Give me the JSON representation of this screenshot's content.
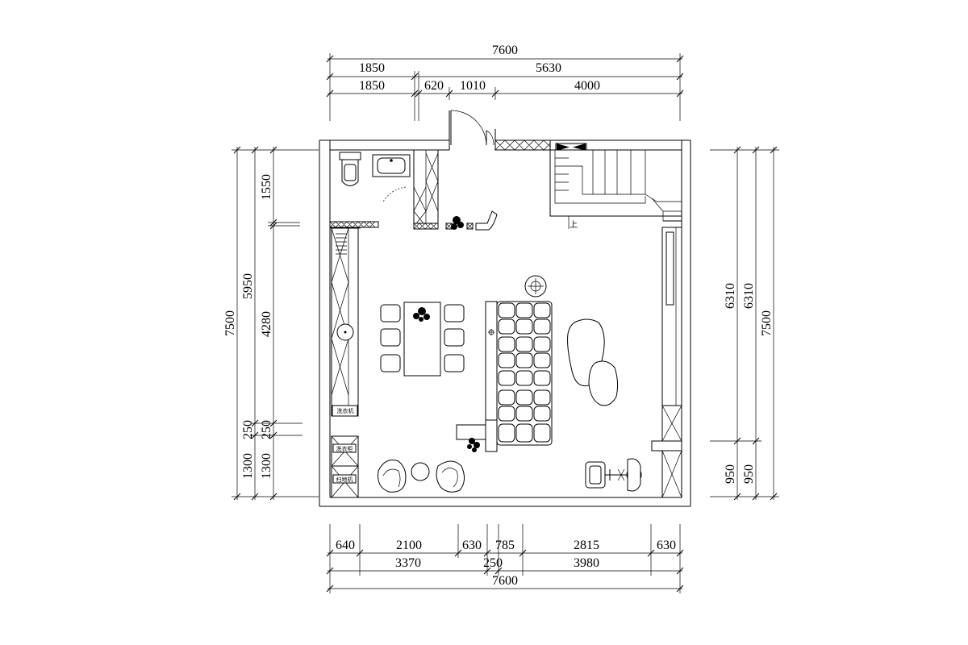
{
  "dimensions": {
    "top_total": "7600",
    "top_mid": [
      "1850",
      "5630"
    ],
    "top_inner": [
      "1850",
      "620",
      "1010",
      "4000"
    ],
    "bottom_inner": [
      "640",
      "2100",
      "630",
      "785",
      "2815",
      "630"
    ],
    "bottom_mid": [
      "3370",
      "250",
      "3980"
    ],
    "bottom_total": "7600",
    "left_outer": "7500",
    "left_mid": [
      "5950",
      "250",
      "1300"
    ],
    "left_inner": [
      "1550",
      "4280",
      "250",
      "1300"
    ],
    "right_inner": "6310",
    "right_mid": "6310",
    "right_outer": "7500",
    "right_bottom": [
      "950",
      "950"
    ]
  },
  "labels": {
    "stair_up": "上",
    "washer": "洗衣机",
    "closet_1": "洗衣柜",
    "closet_2": "扫地机"
  }
}
